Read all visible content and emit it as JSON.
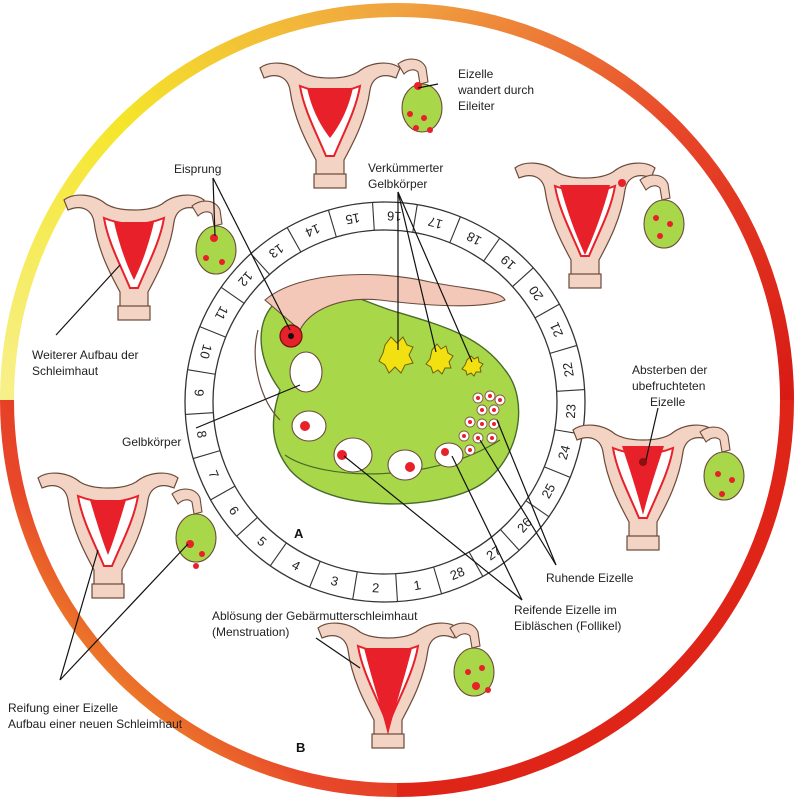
{
  "labels": {
    "eizelle_wandert": [
      "Eizelle",
      "wandert durch",
      "Eileiter"
    ],
    "eisprung": "Eisprung",
    "verkuemmert": [
      "Verkümmerter",
      "Gelbkörper"
    ],
    "weiterer_aufbau": [
      "Weiterer Aufbau der",
      "Schleimhaut"
    ],
    "absterben": [
      "Absterben der",
      "ubefruchteten",
      "Eizelle"
    ],
    "gelbkoerper": "Gelbkörper",
    "ruhende": "Ruhende Eizelle",
    "reifende": [
      "Reifende Eizelle im",
      "Eibläschen (Follikel)"
    ],
    "abloesung": [
      "Ablösung der Gebärmutterschleimhaut",
      "(Menstruation)"
    ],
    "reifung": [
      "Reifung einer Eizelle",
      "Aufbau einer neuen Schleimhaut"
    ],
    "marker_a": "A",
    "marker_b": "B"
  },
  "days": [
    "1",
    "2",
    "3",
    "4",
    "5",
    "6",
    "7",
    "8",
    "9",
    "10",
    "11",
    "12",
    "13",
    "14",
    "15",
    "16",
    "17",
    "18",
    "19",
    "20",
    "21",
    "22",
    "23",
    "24",
    "25",
    "26",
    "27",
    "28"
  ],
  "colors": {
    "ring_yellow": "#f5e62a",
    "ring_orange": "#f0a340",
    "ring_red": "#e02a1a",
    "ovary_green": "#a8d84a",
    "uterus_red": "#e8202a",
    "corpus_yellow": "#f2e010"
  }
}
